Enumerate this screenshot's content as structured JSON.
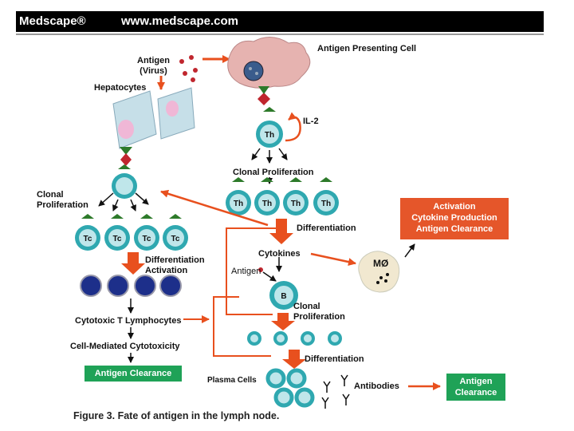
{
  "header": {
    "brand": "Medscape®",
    "url": "www.medscape.com"
  },
  "labels": {
    "antigen_virus": [
      "Antigen",
      "(Virus)"
    ],
    "hepatocytes": "Hepatocytes",
    "apc": "Antigen Presenting Cell",
    "il2": "IL-2",
    "clonal_prolif_top": "Clonal Proliferation",
    "clonal_prolif_left": [
      "Clonal",
      "Proliferation"
    ],
    "differentiation_mid": "Differentiation",
    "diff_activation": [
      "Differentiation",
      "Activation"
    ],
    "cytokines": "Cytokines",
    "antigen_b": "Antigen",
    "macrophage": "MØ",
    "ctl": "Cytotoxic T Lymphocytes",
    "cmc": "Cell-Mediated Cytotoxicity",
    "clonal_prolif_b": [
      "Clonal",
      "Proliferation"
    ],
    "differentiation_b": "Differentiation",
    "plasma_cells": "Plasma Cells",
    "antibodies": "Antibodies",
    "th": "Th",
    "tc": "Tc",
    "b": "B"
  },
  "boxes": {
    "activation": [
      "Activation",
      "Cytokine Production",
      "Antigen Clearance"
    ],
    "clearance_left": "Antigen Clearance",
    "clearance_right": [
      "Antigen",
      "Clearance"
    ]
  },
  "caption": "Figure 3.  Fate of antigen in the lymph node.",
  "colors": {
    "cell_teal": "#2fa8b0",
    "cell_light": "#bfe6ea",
    "arrow_orange": "#e8501e",
    "receptor_green": "#2d7a2a",
    "antigen_red": "#c0262e",
    "box_orange": "#e5562a",
    "box_green": "#1fa257",
    "apc_pink": "#e6b3b0",
    "hepatocyte_blue": "#c6dfe8",
    "ctl_blue": "#1d2f8a"
  }
}
